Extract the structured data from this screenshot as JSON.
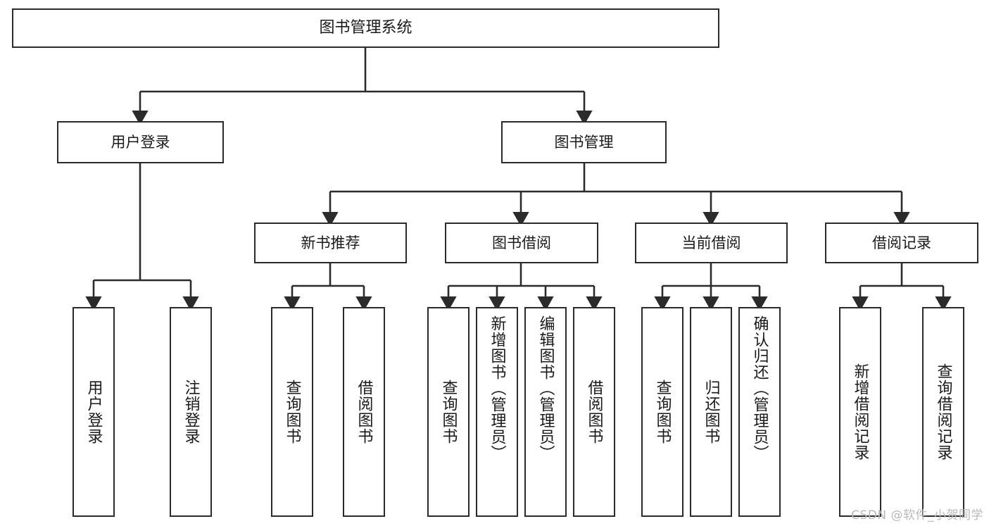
{
  "diagram": {
    "type": "tree",
    "title": "图书管理系统",
    "root": {
      "id": "root",
      "label": "图书管理系统"
    },
    "level1": [
      {
        "id": "user-login",
        "label": "用户登录"
      },
      {
        "id": "book-manage",
        "label": "图书管理"
      }
    ],
    "level2": [
      {
        "id": "new-book-recommend",
        "label": "新书推荐",
        "parent": "book-manage"
      },
      {
        "id": "book-borrow",
        "label": "图书借阅",
        "parent": "book-manage"
      },
      {
        "id": "current-borrow",
        "label": "当前借阅",
        "parent": "book-manage"
      },
      {
        "id": "borrow-record",
        "label": "借阅记录",
        "parent": "book-manage"
      }
    ],
    "leaves": {
      "user_login": [
        {
          "id": "leaf-user-login",
          "label": "用户登录"
        },
        {
          "id": "leaf-user-logout",
          "label": "注销登录"
        }
      ],
      "new_book_recommend": [
        {
          "id": "leaf-query-book-1",
          "label": "查询图书"
        },
        {
          "id": "leaf-borrow-book-1",
          "label": "借阅图书"
        }
      ],
      "book_borrow": [
        {
          "id": "leaf-query-book-2",
          "label": "查询图书"
        },
        {
          "id": "leaf-add-book",
          "label": "新增图书（管理员）"
        },
        {
          "id": "leaf-edit-book",
          "label": "编辑图书（管理员）"
        },
        {
          "id": "leaf-borrow-book-2",
          "label": "借阅图书"
        }
      ],
      "current_borrow": [
        {
          "id": "leaf-query-book-3",
          "label": "查询图书"
        },
        {
          "id": "leaf-return-book",
          "label": "归还图书"
        },
        {
          "id": "leaf-confirm-return",
          "label": "确认归还（管理员）"
        }
      ],
      "borrow_record": [
        {
          "id": "leaf-add-record",
          "label": "新增借阅记录"
        },
        {
          "id": "leaf-query-record",
          "label": "查询借阅记录"
        }
      ]
    },
    "colors": {
      "stroke": "#2b2b2b",
      "fill": "#ffffff",
      "text": "#1a1a1a",
      "watermark": "#b8b8b8"
    }
  },
  "watermark": {
    "text": "CSDN @软件_小贺同学"
  }
}
